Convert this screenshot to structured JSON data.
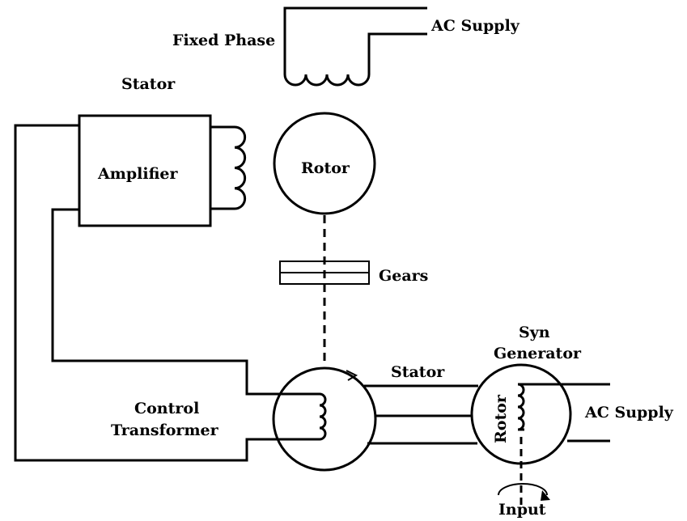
{
  "diagram": {
    "labels": {
      "fixed_phase": "Fixed Phase",
      "ac_supply_top": "AC Supply",
      "stator_top": "Stator",
      "amplifier": "Amplifier",
      "rotor_motor": "Rotor",
      "gears": "Gears",
      "syn": "Syn",
      "generator": "Generator",
      "stator_mid": "Stator",
      "control": "Control",
      "transformer": "Transformer",
      "rotor_generator": "Rotor",
      "ac_supply_right": "AC Supply",
      "input": "Input"
    }
  }
}
